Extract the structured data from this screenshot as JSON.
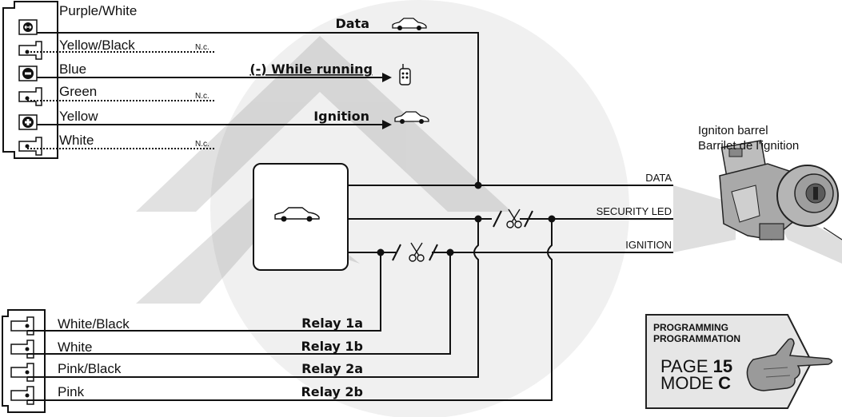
{
  "connector_top": {
    "wires": [
      {
        "color": "Purple/White",
        "function": "Data",
        "nc": ""
      },
      {
        "color": "Yellow/Black",
        "function": "",
        "nc": "N.c."
      },
      {
        "color": "Blue",
        "function": "(-) While running",
        "nc": ""
      },
      {
        "color": "Green",
        "function": "",
        "nc": "N.c."
      },
      {
        "color": "Yellow",
        "function": "Ignition",
        "nc": ""
      },
      {
        "color": "White",
        "function": "",
        "nc": "N.c."
      }
    ]
  },
  "connector_bottom": {
    "wires": [
      {
        "color": "White/Black",
        "function": "Relay 1a"
      },
      {
        "color": "White",
        "function": "Relay 1b"
      },
      {
        "color": "Pink/Black",
        "function": "Relay 2a"
      },
      {
        "color": "Pink",
        "function": "Relay 2b"
      }
    ]
  },
  "vehicle_signals": [
    "DATA",
    "SECURITY LED",
    "IGNITION"
  ],
  "ignition_barrel": {
    "line1": "Igniton barrel",
    "line2": "Barrilet de l'ignition"
  },
  "programming": {
    "line1": "PROGRAMMING",
    "line2": "PROGRAMMATION",
    "page_label": "PAGE",
    "page_number": "15",
    "mode_label": "MODE",
    "mode_value": "C"
  },
  "icons": [
    "car-icon",
    "remote-icon",
    "scissors-icon",
    "hand-pointer-icon",
    "ignition-barrel-illustration"
  ]
}
